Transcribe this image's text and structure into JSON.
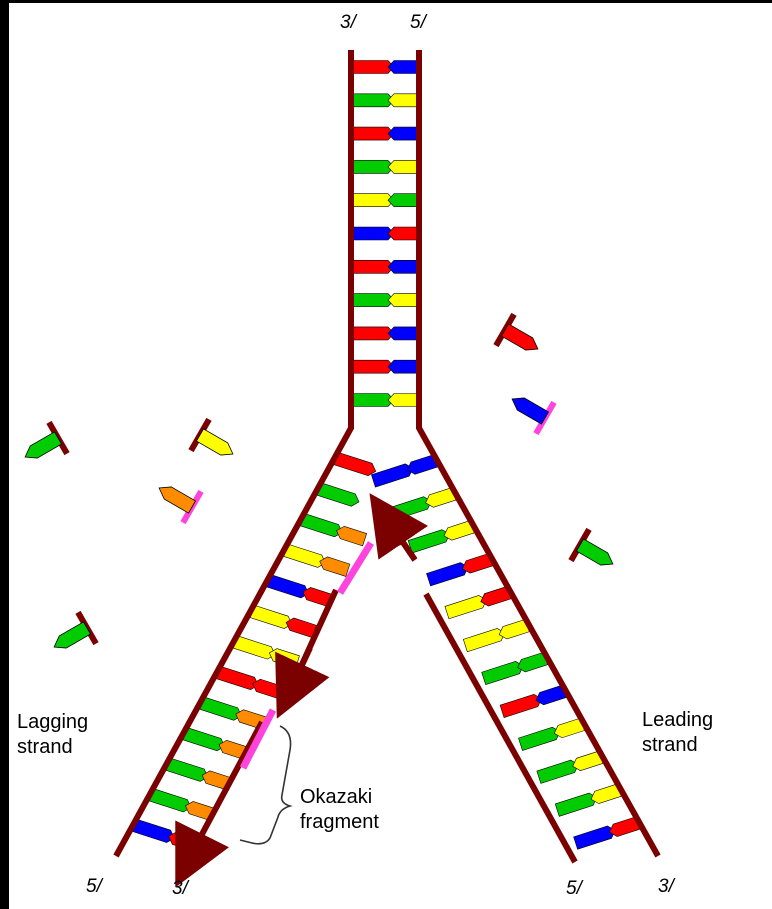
{
  "colors": {
    "backbone": "#7b0000",
    "adenine": "#ff0000",
    "thymine": "#00cc00",
    "guanine": "#0000ff",
    "cytosine": "#ffff00",
    "uracil": "#ff8c00",
    "primer": "#ff44dd",
    "frame": "#000000"
  },
  "labels": {
    "lagging": "Lagging\nstrand",
    "leading": "Leading\nstrand",
    "okazaki": "Okazaki\nfragment"
  },
  "ends": {
    "top_left": "3/",
    "top_right": "5/",
    "bottom_lag_5": "5/",
    "bottom_lag_3": "3/",
    "bottom_lead_5": "5/",
    "bottom_lead_3": "3/"
  },
  "icons": [
    "double-helix-duplex",
    "free-nucleotide-icon",
    "rna-primer-icon",
    "okazaki-brace-icon"
  ]
}
